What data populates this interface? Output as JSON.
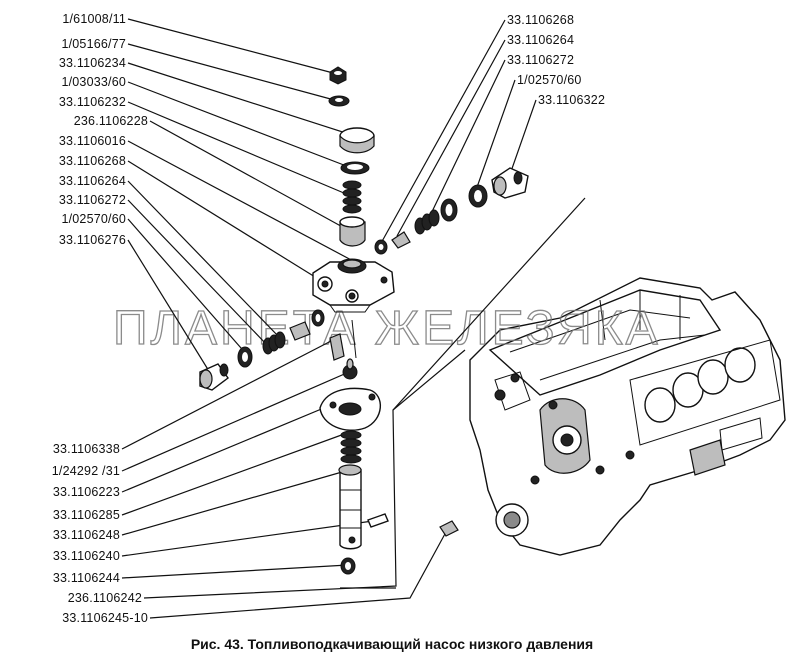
{
  "figure": {
    "caption": "Рис. 43. Топливоподкачивающий насос низкого давления",
    "watermark": "ПЛАНЕТА ЖЕЛЕЗЯКА"
  },
  "labels_left_top": [
    "1/61008/11",
    "1/05166/77",
    "33.1106234",
    "1/03033/60",
    "33.1106232",
    "236.1106228",
    "33.1106016",
    "33.1106268",
    "33.1106264",
    "33.1106272",
    "1/02570/60",
    "33.1106276"
  ],
  "labels_right_top": [
    "33.1106268",
    "33.1106264",
    "33.1106272",
    "1/02570/60",
    "33.1106322"
  ],
  "labels_left_bottom": [
    "33.1106338",
    "1/24292 /31",
    "33.1106223",
    "33.1106285",
    "33.1106248",
    "33.1106240",
    "33.1106244",
    "236.1106242",
    "33.1106245-10"
  ]
}
